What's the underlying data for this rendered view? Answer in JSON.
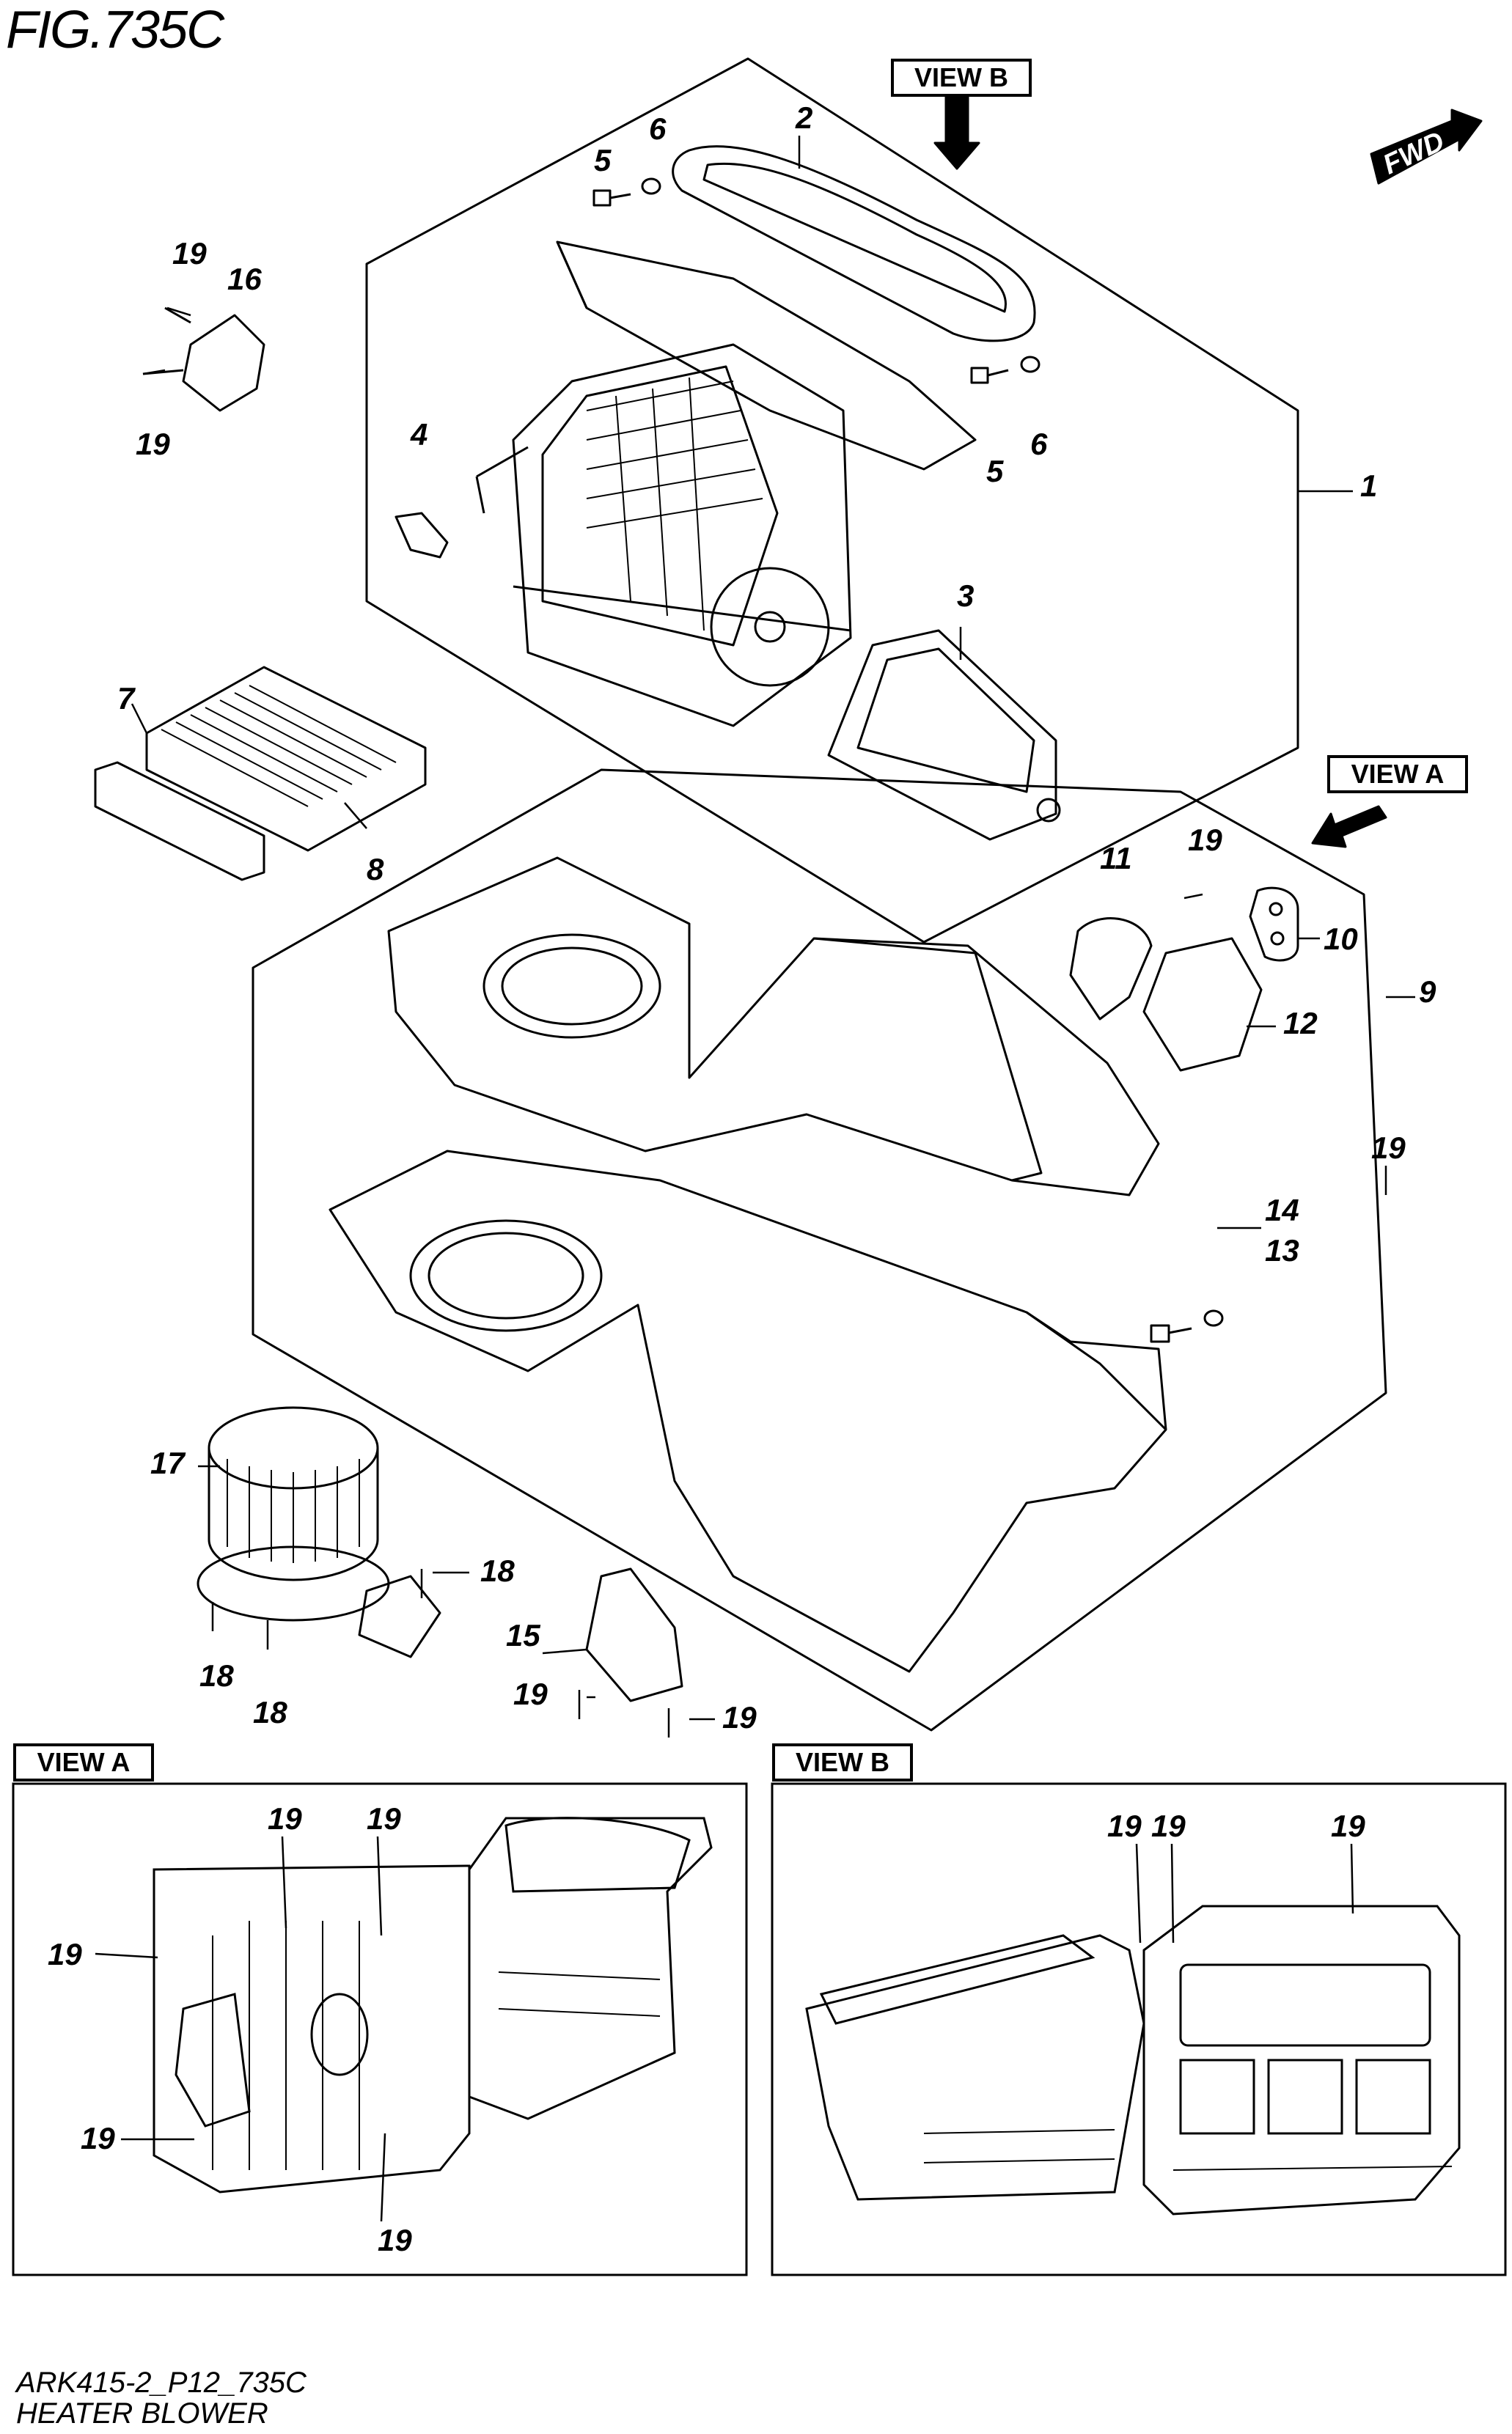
{
  "figure": {
    "title": "FIG.735C"
  },
  "footer": {
    "code": "ARK415-2_P12_735C",
    "name": "HEATER BLOWER"
  },
  "direction_badge": {
    "label": "FWD"
  },
  "view_tags": {
    "view_b_top": "VIEW B",
    "view_a_top": "VIEW A",
    "view_a_box": "VIEW A",
    "view_b_box": "VIEW B"
  },
  "callouts": {
    "c1": "1",
    "c2": "2",
    "c3": "3",
    "c4": "4",
    "c5a": "5",
    "c5b": "5",
    "c6a": "6",
    "c6b": "6",
    "c7": "7",
    "c8": "8",
    "c9": "9",
    "c10": "10",
    "c11": "11",
    "c12": "12",
    "c13": "13",
    "c14": "14",
    "c15": "15",
    "c16": "16",
    "c17": "17",
    "c18a": "18",
    "c18b": "18",
    "c18c": "18",
    "c19a": "19",
    "c19b": "19",
    "c19c": "19",
    "c19d": "19",
    "c19e": "19",
    "c19f": "19",
    "va19a": "19",
    "va19b": "19",
    "va19c": "19",
    "va19d": "19",
    "va19e": "19",
    "vb19a": "19",
    "vb19b": "19",
    "vb19c": "19"
  }
}
